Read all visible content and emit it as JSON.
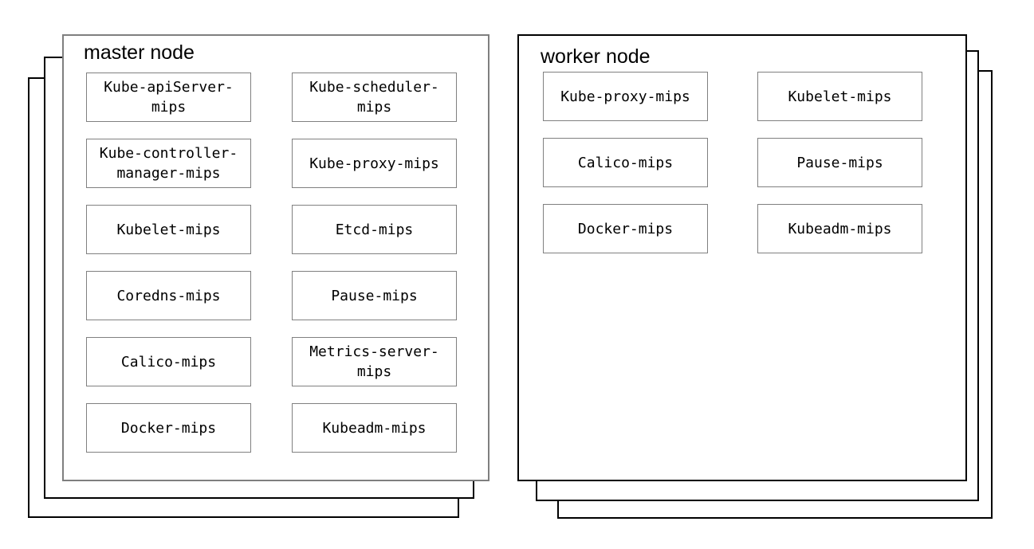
{
  "colors": {
    "background": "#ffffff",
    "stack_back_border": "#000000",
    "master_front_border": "#7f7f7f",
    "worker_front_border": "#000000",
    "component_border": "#808080",
    "text": "#000000"
  },
  "master": {
    "title": "master node",
    "stack_layers": 3,
    "components": [
      "Kube-apiServer-\nmips",
      "Kube-scheduler-\nmips",
      "Kube-controller-\nmanager-mips",
      "Kube-proxy-mips",
      "Kubelet-mips",
      "Etcd-mips",
      "Coredns-mips",
      "Pause-mips",
      "Calico-mips",
      "Metrics-server-\nmips",
      "Docker-mips",
      "Kubeadm-mips"
    ]
  },
  "worker": {
    "title": "worker node",
    "stack_layers": 3,
    "components": [
      "Kube-proxy-mips",
      "Kubelet-mips",
      "Calico-mips",
      "Pause-mips",
      "Docker-mips",
      "Kubeadm-mips"
    ]
  }
}
